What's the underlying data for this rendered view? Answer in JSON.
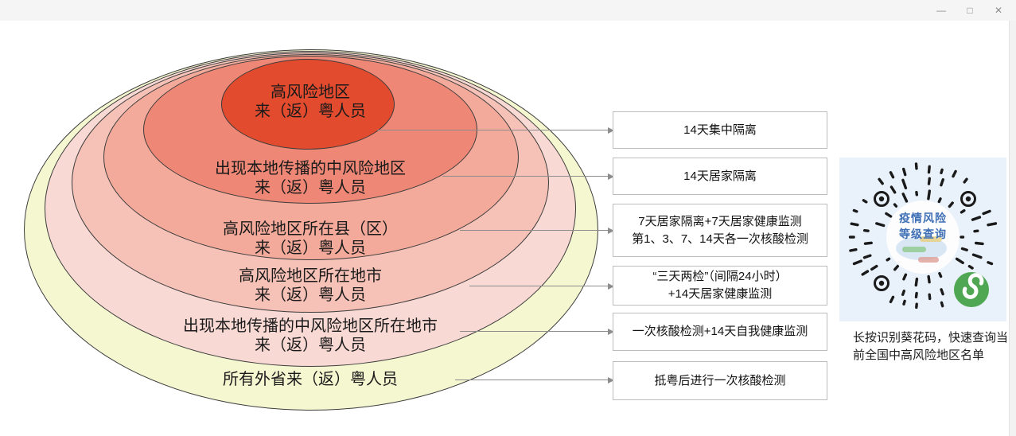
{
  "titlebar": {
    "minimize_glyph": "—",
    "maximize_glyph": "□",
    "close_glyph": "✕"
  },
  "diagram": {
    "outline_color": "#3c3c3c",
    "connector_color": "#8c8c8c",
    "layers": [
      {
        "id": "high-risk-area",
        "lines": [
          "高风险地区",
          "来（返）粤人员"
        ],
        "color": "#e24b2e"
      },
      {
        "id": "medium-risk-local-spread",
        "lines": [
          "出现本地传播的中风险地区",
          "来（返）粤人员"
        ],
        "color": "#ee8775"
      },
      {
        "id": "high-risk-county",
        "lines": [
          "高风险地区所在县（区）",
          "来（返）粤人员"
        ],
        "color": "#f3aa9b"
      },
      {
        "id": "high-risk-city",
        "lines": [
          "高风险地区所在地市",
          "来（返）粤人员"
        ],
        "color": "#f6c1b6"
      },
      {
        "id": "medium-risk-spread-city",
        "lines": [
          "出现本地传播的中风险地区所在地市",
          "来（返）粤人员"
        ],
        "color": "#f9d9d4"
      },
      {
        "id": "all-outside-province",
        "lines": [
          "所有外省来（返）粤人员"
        ],
        "color": "#f5f7d0"
      }
    ],
    "measures": [
      {
        "lines": [
          "14天集中隔离"
        ]
      },
      {
        "lines": [
          "14天居家隔离"
        ]
      },
      {
        "lines": [
          "7天居家隔离+7天居家健康监测",
          "第1、3、7、14天各一次核酸检测"
        ]
      },
      {
        "lines": [
          "“三天两检”（间隔24小时）",
          "+14天居家健康监测"
        ]
      },
      {
        "lines": [
          "一次核酸检测+14天自我健康监测"
        ]
      },
      {
        "lines": [
          "抵粤后进行一次核酸检测"
        ]
      }
    ]
  },
  "qr_panel": {
    "center_label": [
      "疫情风险",
      "等级查询"
    ],
    "caption_lines": [
      "长按识别葵花码，快速查询当",
      "前全国中高风险地区名单"
    ],
    "colors": {
      "panel_bg": "#e9f1fa",
      "code": "#1a1a1a",
      "center_text": "#3f6fb5",
      "logo_green": "#4fa653"
    }
  }
}
